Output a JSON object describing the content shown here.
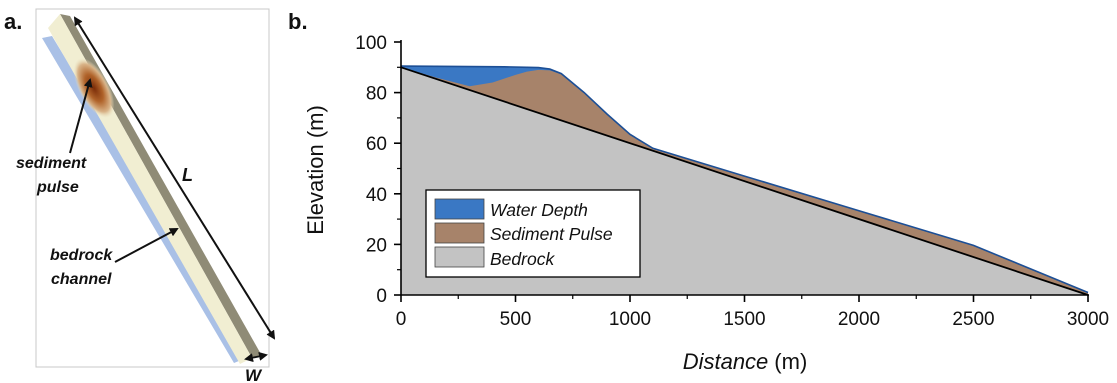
{
  "panel_a": {
    "label": "a.",
    "sediment_pulse_label": [
      "sediment",
      "pulse"
    ],
    "bedrock_channel_label": [
      "bedrock",
      "channel"
    ],
    "length_label": "L",
    "width_label": "W"
  },
  "panel_b": {
    "label": "b."
  },
  "colors": {
    "water": "#3a78c4",
    "sediment": "#a7836a",
    "bedrock": "#c3c3c3",
    "channel_floor": "#f1eed2",
    "channel_wall": "#8f8b76",
    "channel_shadow": "#a9c0e6"
  },
  "chart_data": {
    "type": "area",
    "title": "",
    "xlabel_italic": "Distance",
    "xlabel_unit": "(m)",
    "ylabel": "Elevation (m)",
    "xlim": [
      0,
      3000
    ],
    "ylim": [
      0,
      100
    ],
    "xticks": [
      0,
      500,
      1000,
      1500,
      2000,
      2500,
      3000
    ],
    "yticks": [
      0,
      20,
      40,
      60,
      80,
      100
    ],
    "grid": false,
    "legend_position": "lower-left",
    "series": [
      {
        "name": "Water Depth",
        "x": [
          0,
          150,
          300,
          450,
          550,
          600,
          650,
          700,
          800,
          900,
          1000,
          1100,
          1500,
          2000,
          2500,
          3000
        ],
        "y": [
          90.5,
          90.4,
          90.3,
          90.2,
          90.0,
          89.9,
          89.3,
          87.5,
          80.0,
          71.5,
          63.5,
          58.0,
          47.0,
          33.3,
          19.6,
          1.0
        ]
      },
      {
        "name": "Sediment Pulse",
        "x": [
          0,
          150,
          300,
          400,
          500,
          550,
          600,
          650,
          700,
          800,
          900,
          1000,
          1100,
          1500,
          2000,
          2500,
          3000
        ],
        "y": [
          90.0,
          86.0,
          82.5,
          84.0,
          87.0,
          88.3,
          89.0,
          88.8,
          87.2,
          79.8,
          71.3,
          63.3,
          57.9,
          46.8,
          33.1,
          19.4,
          0.8
        ]
      },
      {
        "name": "Bedrock",
        "x": [
          0,
          3000
        ],
        "y": [
          90.0,
          0.0
        ]
      }
    ]
  }
}
